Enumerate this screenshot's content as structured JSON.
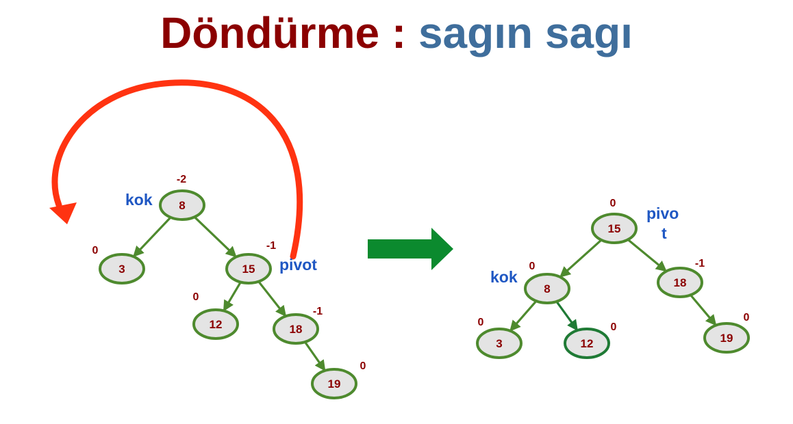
{
  "title": {
    "part1": "Döndürme : ",
    "part2": "sagın sagı"
  },
  "before": {
    "nodes": [
      {
        "id": "8",
        "value": "8",
        "balance": "-2"
      },
      {
        "id": "3",
        "value": "3",
        "balance": "0"
      },
      {
        "id": "15",
        "value": "15",
        "balance": "-1"
      },
      {
        "id": "12",
        "value": "12",
        "balance": "0"
      },
      {
        "id": "18",
        "value": "18",
        "balance": "-1"
      },
      {
        "id": "19",
        "value": "19",
        "balance": "0"
      }
    ],
    "edges": [
      [
        "8",
        "3"
      ],
      [
        "8",
        "15"
      ],
      [
        "15",
        "12"
      ],
      [
        "15",
        "18"
      ],
      [
        "18",
        "19"
      ]
    ],
    "labels": [
      {
        "id": "kok",
        "text": "kok"
      },
      {
        "id": "pivot",
        "text": "pivot"
      }
    ]
  },
  "after": {
    "nodes": [
      {
        "id": "15",
        "value": "15",
        "balance": "0"
      },
      {
        "id": "8",
        "value": "8",
        "balance": "0"
      },
      {
        "id": "18",
        "value": "18",
        "balance": "-1"
      },
      {
        "id": "3",
        "value": "3",
        "balance": "0"
      },
      {
        "id": "12",
        "value": "12",
        "balance": "0",
        "highlight": true
      },
      {
        "id": "19",
        "value": "19",
        "balance": "0"
      }
    ],
    "edges": [
      [
        "15",
        "8"
      ],
      [
        "15",
        "18"
      ],
      [
        "8",
        "3"
      ],
      [
        "8",
        "12",
        "hl"
      ],
      [
        "18",
        "19"
      ]
    ],
    "labels": [
      {
        "id": "kok",
        "text": "kok"
      },
      {
        "id": "pivot",
        "lines": [
          "pivo",
          "t"
        ]
      }
    ]
  },
  "colors": {
    "rotation_arrow": "#ff3311",
    "transform_arrow": "#0b8a2e",
    "edge": "#4e8a2e",
    "node_fill": "#e4e4e4",
    "value_text": "#8b0000",
    "label_text": "#1f57c3"
  }
}
